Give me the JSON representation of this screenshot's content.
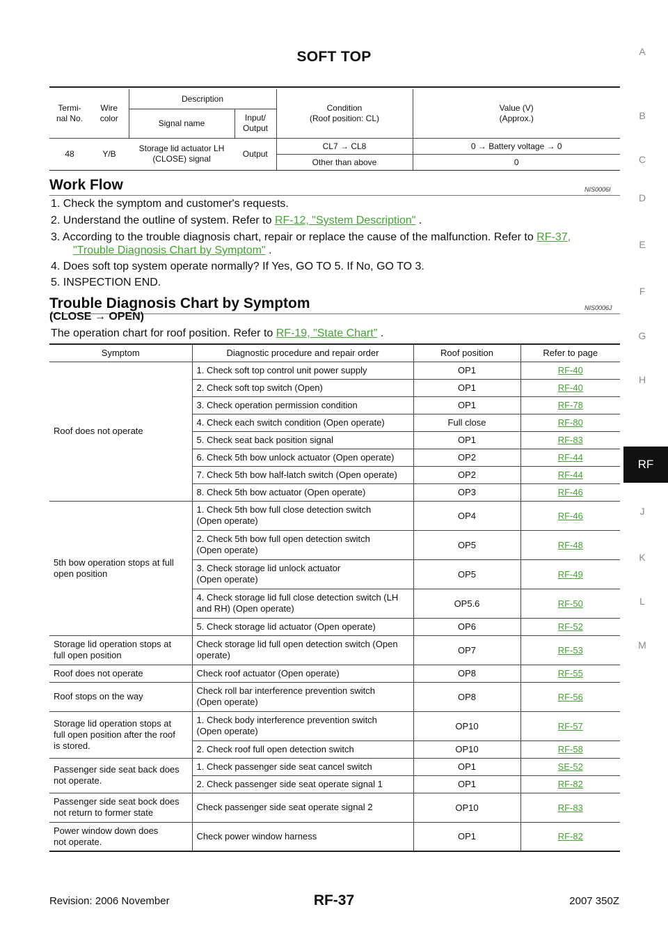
{
  "header": {
    "title": "SOFT TOP"
  },
  "side_index": {
    "letters": [
      "A",
      "B",
      "C",
      "D",
      "E",
      "F",
      "G",
      "H",
      "J",
      "K",
      "L",
      "M"
    ],
    "active": "RF"
  },
  "terminal_table": {
    "headers": {
      "terminal": "Termi-\nnal No.",
      "wire": "Wire\ncolor",
      "description": "Description",
      "signal_name": "Signal name",
      "input_output": "Input/\nOutput",
      "condition": "Condition\n(Roof position: CL)",
      "value": "Value (V)\n(Approx.)"
    },
    "row": {
      "terminal": "48",
      "wire": "Y/B",
      "signal_name": "Storage lid actuator LH\n(CLOSE) signal",
      "input_output": "Output",
      "conditions": [
        {
          "condition": "CL7 → CL8",
          "value": "0 → Battery voltage → 0"
        },
        {
          "condition": "Other than above",
          "value": "0"
        }
      ]
    }
  },
  "work_flow": {
    "heading": "Work Flow",
    "code": "NIS0006I",
    "steps": [
      {
        "text": "1.   Check the symptom and customer's requests."
      },
      {
        "text": "2.   Understand the outline of system. Refer to ",
        "link": "RF-12, \"System Description\"",
        "after": " ."
      },
      {
        "text": "3.   According to the trouble diagnosis chart, repair or replace the cause of the malfunction. Refer to ",
        "link": "RF-37,",
        "link2": "\"Trouble Diagnosis Chart by Symptom\"",
        "after": " ."
      },
      {
        "text": "4.   Does soft top system operate normally? If Yes, GO TO 5. If No, GO TO 3."
      },
      {
        "text": "5.   INSPECTION END."
      }
    ]
  },
  "chart_section": {
    "heading": "Trouble Diagnosis Chart by Symptom",
    "code": "NIS0006J",
    "subheading": "(CLOSE → OPEN)",
    "intro": "The operation chart for roof position. Refer to ",
    "intro_link": "RF-19, \"State Chart\"",
    "intro_after": " ."
  },
  "symptom_table": {
    "headers": [
      "Symptom",
      "Diagnostic procedure and repair order",
      "Roof position",
      "Refer to page"
    ],
    "rows": [
      {
        "symptom": "Roof does not operate",
        "procedure": "1. Check soft top control unit power supply",
        "position": "OP1",
        "ref": "RF-40"
      },
      {
        "procedure": "2. Check soft top switch (Open)",
        "position": "OP1",
        "ref": "RF-40"
      },
      {
        "procedure": "3. Check operation permission condition",
        "position": "OP1",
        "ref": "RF-78"
      },
      {
        "procedure": "4. Check each switch condition (Open operate)",
        "position": "Full close",
        "ref": "RF-80"
      },
      {
        "procedure": "5. Check seat back position signal",
        "position": "OP1",
        "ref": "RF-83"
      },
      {
        "procedure": "6. Check 5th bow unlock actuator (Open operate)",
        "position": "OP2",
        "ref": "RF-44"
      },
      {
        "procedure": "7. Check 5th bow half-latch switch (Open operate)",
        "position": "OP2",
        "ref": "RF-44"
      },
      {
        "procedure": "8. Check 5th bow actuator (Open operate)",
        "position": "OP3",
        "ref": "RF-46"
      },
      {
        "symptom": "5th bow operation stops at full\nopen position",
        "procedure": "1. Check 5th bow full close detection switch\n(Open operate)",
        "position": "OP4",
        "ref": "RF-46"
      },
      {
        "procedure": "2. Check 5th bow full open detection switch\n(Open operate)",
        "position": "OP5",
        "ref": "RF-48"
      },
      {
        "procedure": "3. Check storage lid unlock actuator\n(Open operate)",
        "position": "OP5",
        "ref": "RF-49"
      },
      {
        "procedure": "4. Check storage lid full close detection switch (LH\nand RH) (Open operate)",
        "position": "OP5.6",
        "ref": "RF-50"
      },
      {
        "procedure": "5. Check storage lid actuator (Open operate)",
        "position": "OP6",
        "ref": "RF-52"
      },
      {
        "symptom": "Storage lid operation stops at\nfull open position",
        "procedure": "Check storage lid full open detection switch (Open\noperate)",
        "position": "OP7",
        "ref": "RF-53"
      },
      {
        "symptom": "Roof does not operate",
        "procedure": "Check roof actuator (Open operate)",
        "position": "OP8",
        "ref": "RF-55"
      },
      {
        "symptom": "Roof stops on the way",
        "procedure": "Check roll bar interference prevention switch\n(Open operate)",
        "position": "OP8",
        "ref": "RF-56"
      },
      {
        "symptom": "Storage lid operation stops at\nfull open position after the roof\nis stored.",
        "procedure": "1. Check body interference prevention switch\n(Open operate)",
        "position": "OP10",
        "ref": "RF-57"
      },
      {
        "procedure": "2. Check roof full open detection switch",
        "position": "OP10",
        "ref": "RF-58"
      },
      {
        "symptom": "Passenger side seat back does\nnot operate.",
        "procedure": "1. Check passenger side seat cancel switch",
        "position": "OP1",
        "ref": "SE-52"
      },
      {
        "procedure": "2. Check passenger side seat operate signal 1",
        "position": "OP1",
        "ref": "RF-82"
      },
      {
        "symptom": "Passenger side seat bock does\nnot return to former state",
        "procedure": "Check passenger side seat operate signal 2",
        "position": "OP10",
        "ref": "RF-83"
      },
      {
        "symptom": "Power window down does\nnot operate.",
        "procedure": "Check power window harness",
        "position": "OP1",
        "ref": "RF-82"
      }
    ]
  },
  "footer": {
    "revision": "Revision: 2006 November",
    "page": "RF-37",
    "model": "2007 350Z"
  }
}
